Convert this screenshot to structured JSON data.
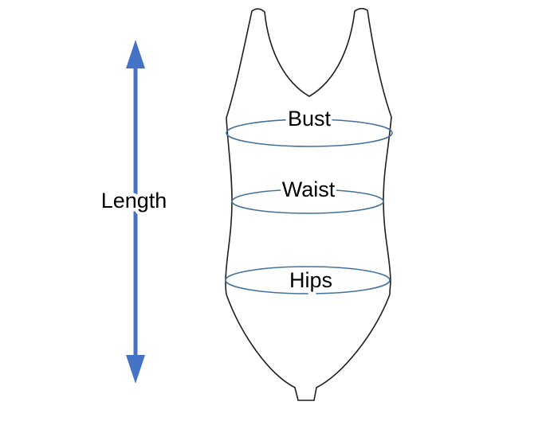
{
  "diagram": {
    "labels": {
      "length": "Length",
      "bust": "Bust",
      "waist": "Waist",
      "hips": "Hips"
    },
    "colors": {
      "arrow": "#4472c4",
      "measure_ellipse": "#41719c",
      "outline": "#1f1f1f",
      "text": "#000000",
      "background": "#ffffff"
    }
  }
}
